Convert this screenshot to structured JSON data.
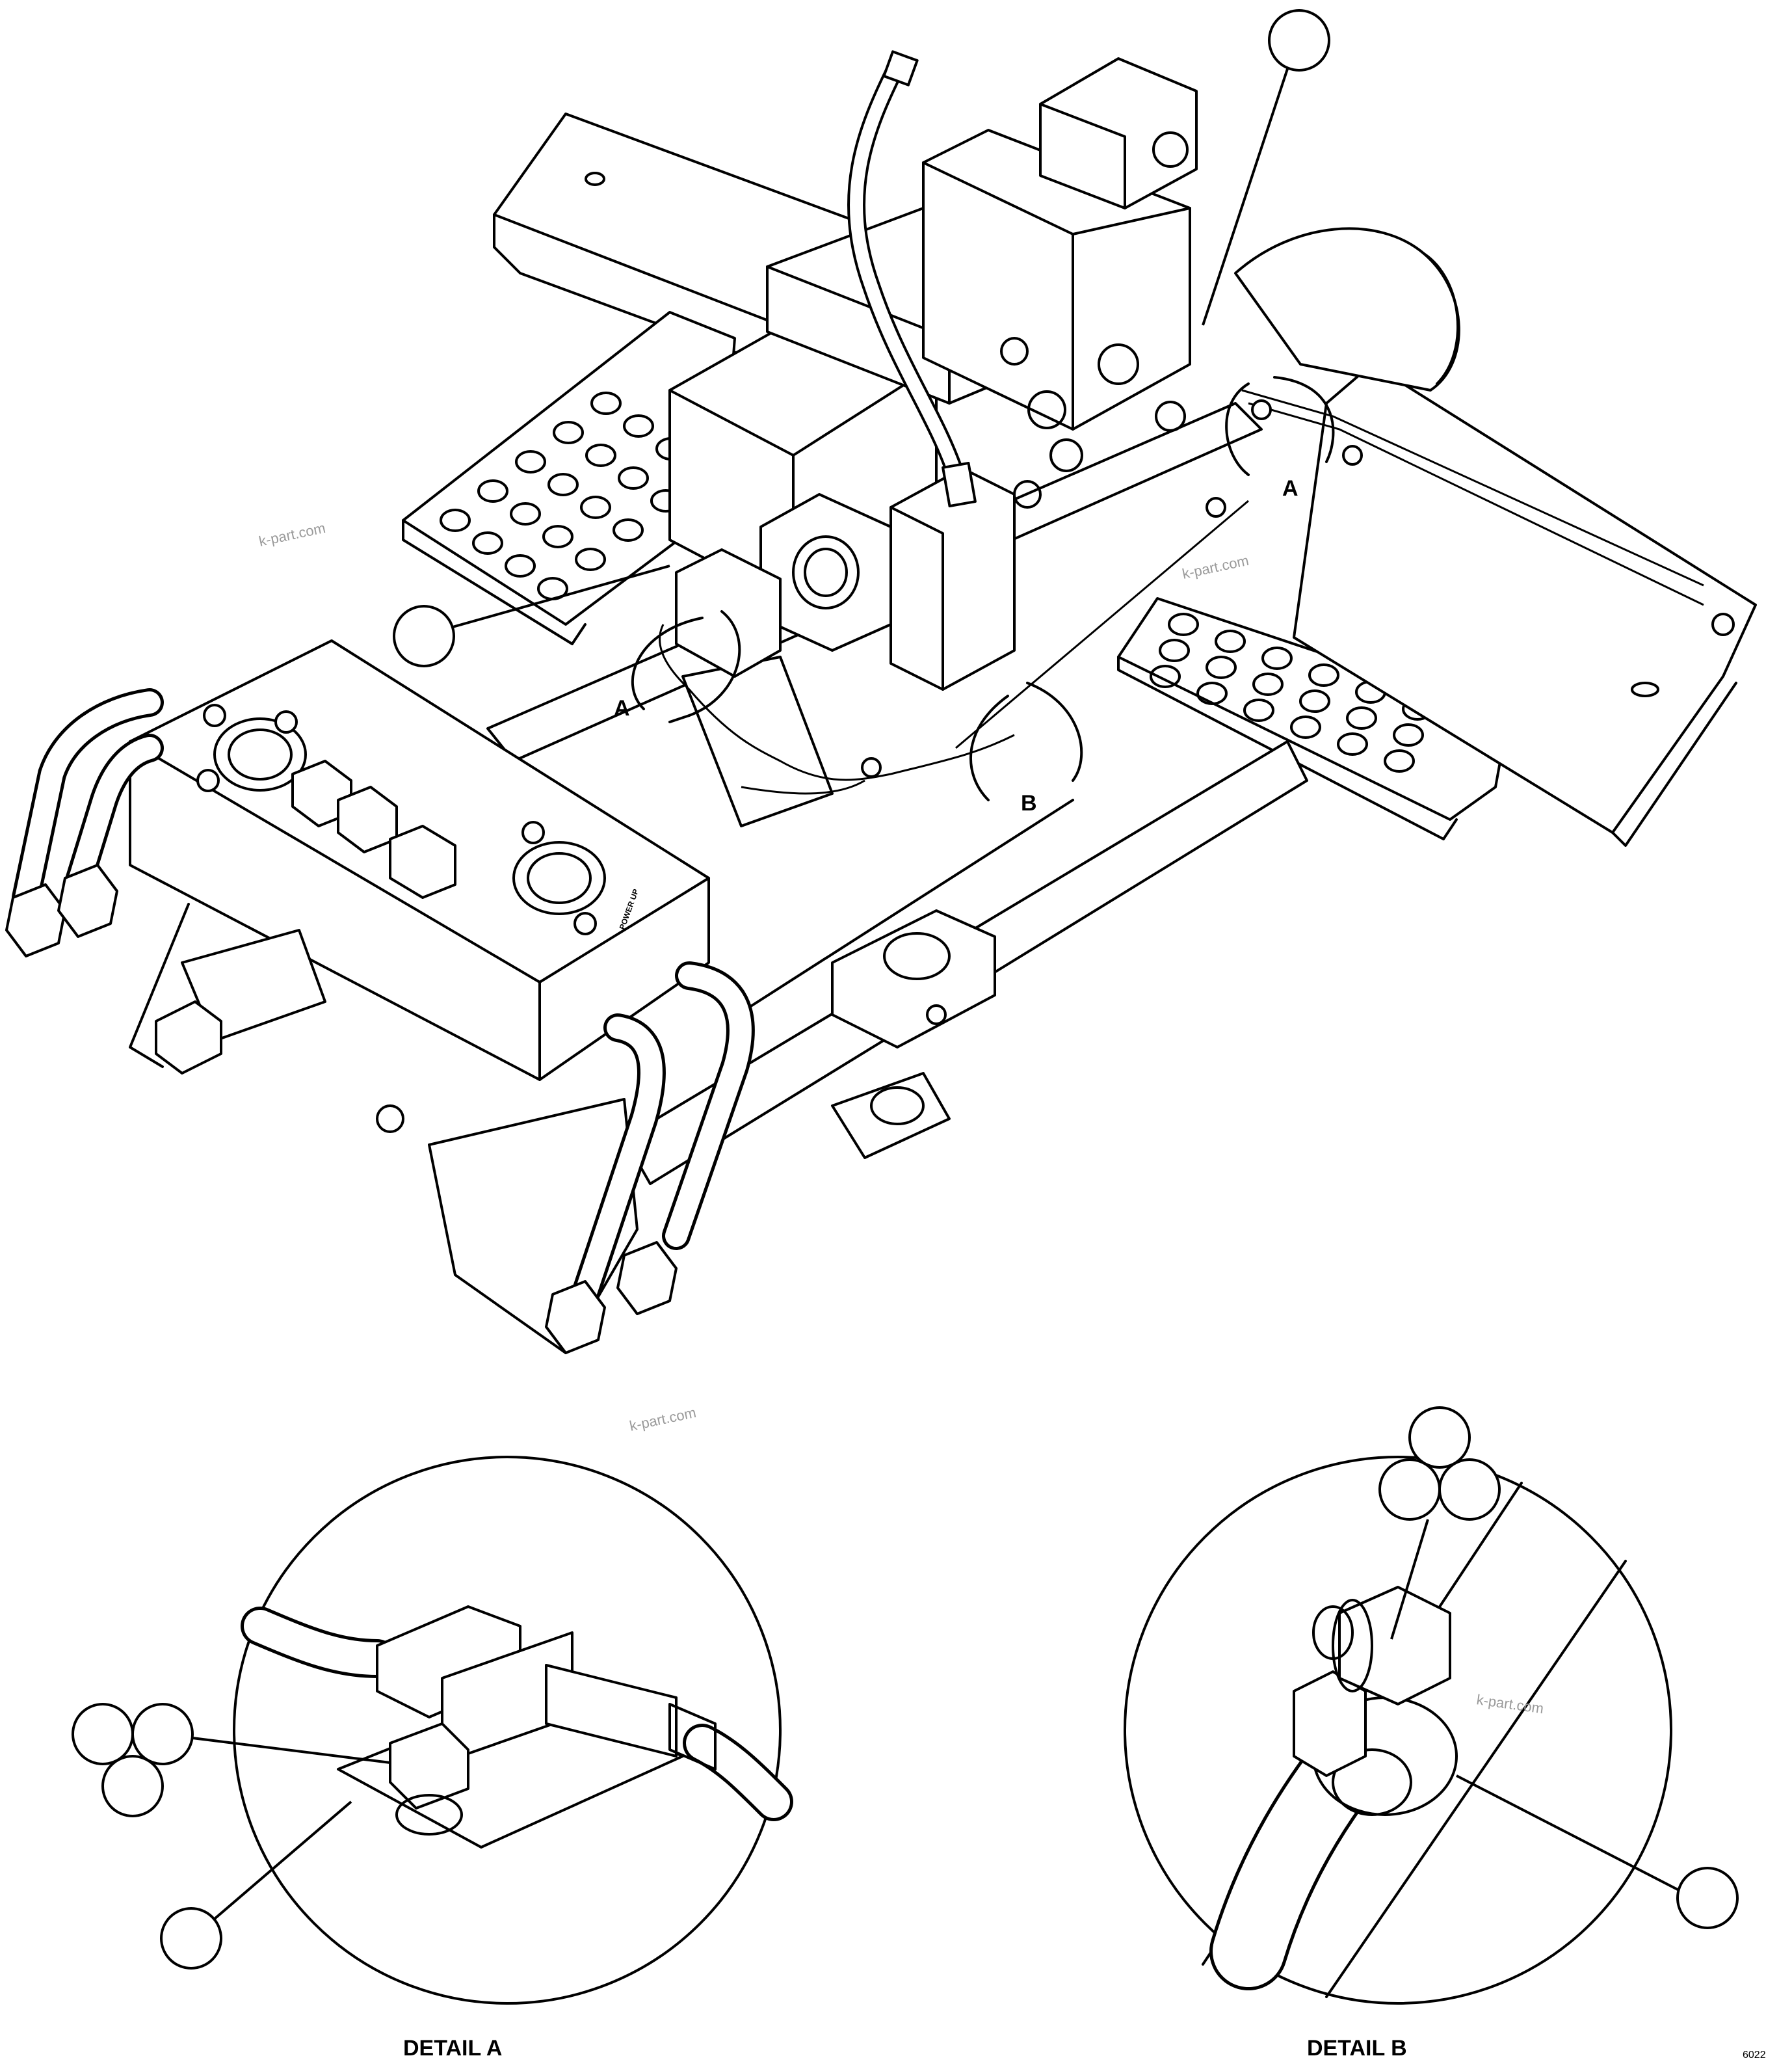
{
  "view_labels": {
    "a_left": "A",
    "a_right": "A",
    "b": "B"
  },
  "valve_text": {
    "power_up": "POWER UP"
  },
  "detail_titles": {
    "a": "DETAIL A",
    "b": "DETAIL B"
  },
  "watermarks": {
    "w1": "k-part.com",
    "w2": "k-part.com",
    "w3": "k-part.com",
    "w4": "k-part.com"
  },
  "drawing_code": "6022"
}
